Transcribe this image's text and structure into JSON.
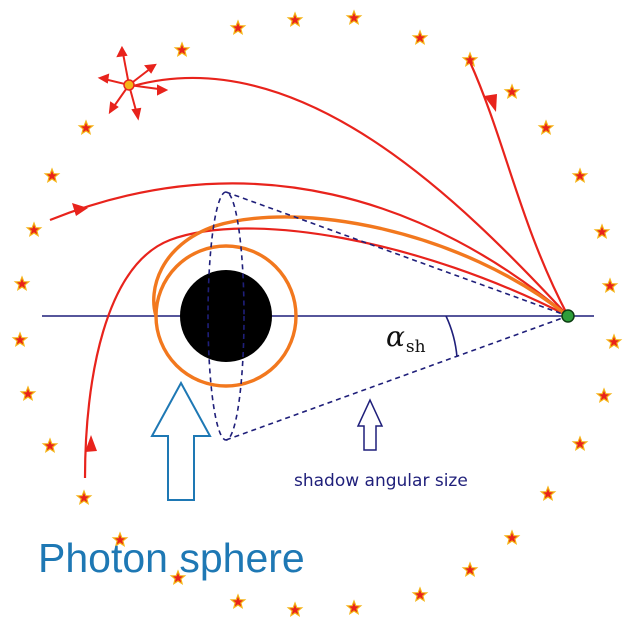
{
  "labels": {
    "alpha_symbol": "α",
    "alpha_subscript": "sh",
    "shadow_caption": "shadow angular size",
    "photon_caption": "Photon sphere"
  },
  "colors": {
    "background": "#ffffff",
    "axis": "#1f1f7a",
    "ray": "#e8231c",
    "photon_orbit": "#f2781e",
    "black_hole": "#000000",
    "observer": "#2e9e3a",
    "star_fill": "#e8231c",
    "star_stroke": "#f5b316",
    "cone": "#1f1f7a",
    "photon_arrow": "#1e78b4",
    "shadow_arrow": "#1f1f7a"
  },
  "icons": {
    "star": "star-icon",
    "source": "light-source-icon",
    "observer": "observer-dot-icon"
  }
}
